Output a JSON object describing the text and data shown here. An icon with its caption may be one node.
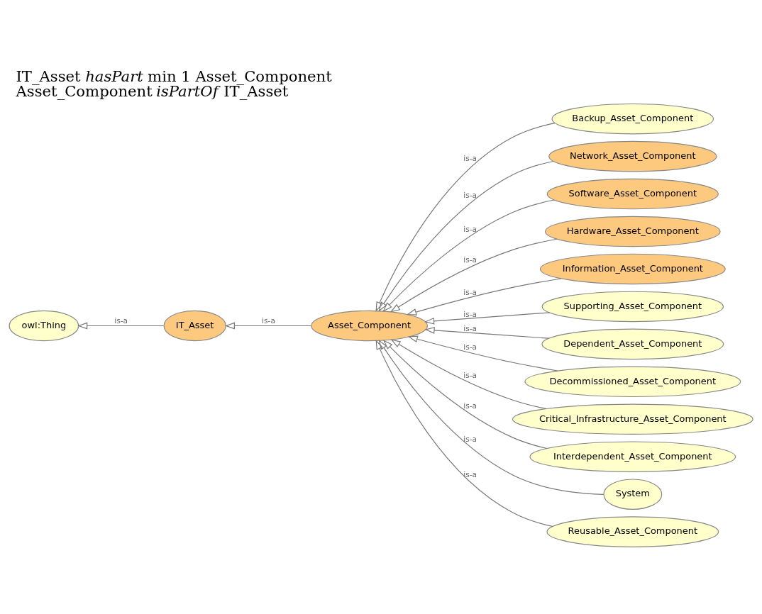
{
  "diagram": {
    "title": "IT_Asset *hasPart* min 1 Asset_Component",
    "labels": [
      "Asset_Component *isPartOf* IT_Asset"
    ],
    "nodes": [
      {
        "text": [
          "owl:Thing"
        ]
      },
      {
        "text": [
          "IT_Asset"
        ]
      },
      {
        "text": [
          "Asset_Component"
        ]
      },
      {
        "text": [
          "Backup_Asset_Component"
        ]
      },
      {
        "text": [
          "Network_Asset_Component"
        ]
      },
      {
        "text": [
          "Software_Asset_Component"
        ]
      },
      {
        "text": [
          "Hardware_Asset_Component"
        ]
      },
      {
        "text": [
          "Information_Asset_Component"
        ]
      },
      {
        "text": [
          "Supporting_Asset_Component"
        ]
      },
      {
        "text": [
          "Dependent_Asset_Component"
        ]
      },
      {
        "text": [
          "Decommissioned_Asset_Component"
        ]
      },
      {
        "text": [
          "Critical_Infrastructure_Asset_Component"
        ]
      },
      {
        "text": [
          "Interdependent_Asset_Component"
        ]
      },
      {
        "text": [
          "System"
        ]
      },
      {
        "text": [
          "Reusable_Asset_Component"
        ]
      }
    ],
    "edges": [
      {
        "from": 1,
        "to": 0,
        "arrow": "to",
        "label": "is-a"
      },
      {
        "from": 2,
        "to": 1,
        "arrow": "to",
        "label": "is-a"
      },
      {
        "from": 3,
        "to": 2,
        "arrow": "to",
        "label": "is-a"
      },
      {
        "from": 4,
        "to": 2,
        "arrow": "to",
        "label": "is-a"
      },
      {
        "from": 5,
        "to": 2,
        "arrow": "to",
        "label": "is-a"
      },
      {
        "from": 6,
        "to": 2,
        "arrow": "to",
        "label": "is-a"
      },
      {
        "from": 7,
        "to": 2,
        "arrow": "to",
        "label": "is-a"
      },
      {
        "from": 8,
        "to": 2,
        "arrow": "to",
        "label": "is-a"
      },
      {
        "from": 9,
        "to": 2,
        "arrow": "to",
        "label": "is-a"
      },
      {
        "from": 10,
        "to": 2,
        "arrow": "to",
        "label": "is-a"
      },
      {
        "from": 11,
        "to": 2,
        "arrow": "to",
        "label": "is-a"
      },
      {
        "from": 12,
        "to": 2,
        "arrow": "to",
        "label": "is-a"
      },
      {
        "from": 13,
        "to": 2,
        "arrow": "to",
        "label": "is-a"
      },
      {
        "from": 14,
        "to": 2,
        "arrow": "to",
        "label": "is-a"
      }
    ]
  }
}
